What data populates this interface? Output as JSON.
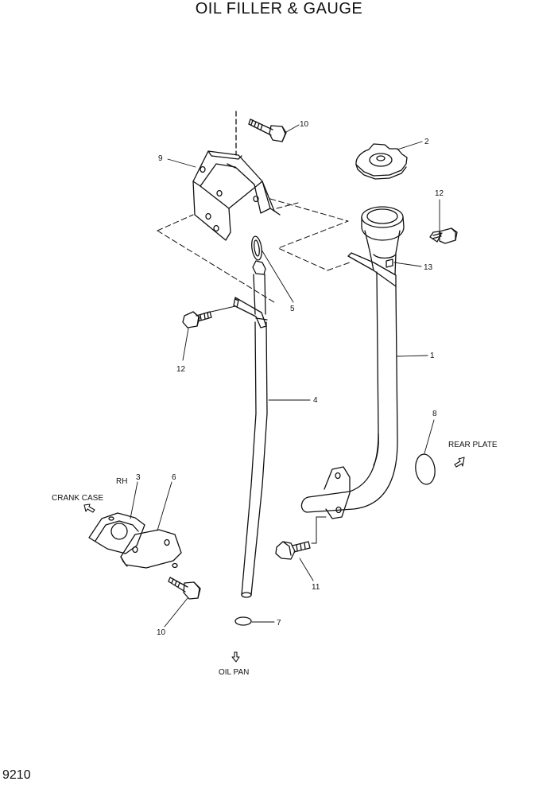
{
  "title": "OIL FILLER & GAUGE",
  "page_number": "9210",
  "callouts": {
    "c1": "1",
    "c2": "2",
    "c3": "3",
    "c4": "4",
    "c5": "5",
    "c6": "6",
    "c7": "7",
    "c8": "8",
    "c9": "9",
    "c10a": "10",
    "c10b": "10",
    "c11": "11",
    "c12a": "12",
    "c12b": "12",
    "c13": "13"
  },
  "references": {
    "crank_case": "CRANK CASE",
    "rh": "RH",
    "rear_plate": "REAR PLATE",
    "oil_pan": "OIL PAN"
  },
  "colors": {
    "line": "#111111",
    "background": "#ffffff"
  }
}
